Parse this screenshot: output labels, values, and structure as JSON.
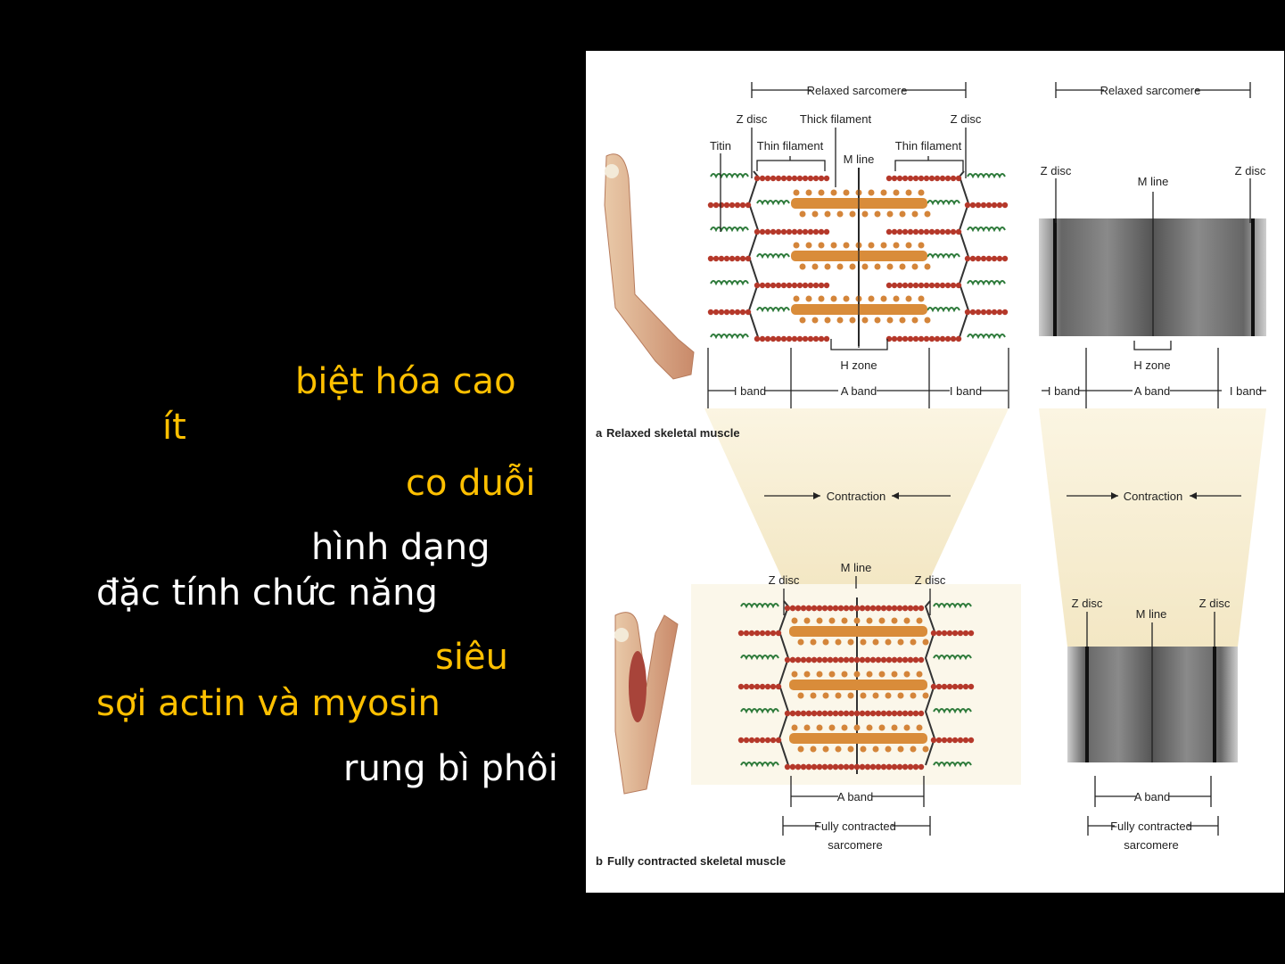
{
  "slide_text": {
    "line1": "biệt hóa cao",
    "line2": "ít",
    "line3": "co duỗi",
    "line4": "hình dạng",
    "line5": "đặc tính chức năng",
    "line6": "siêu",
    "line7": "sợi actin và myosin",
    "line8": "rung bì phôi"
  },
  "colors": {
    "highlight": "#FFC000",
    "text": "#FFFFFF",
    "background": "#000000"
  },
  "figure": {
    "top": {
      "relaxed_sarcomere": "Relaxed sarcomere",
      "z_disc": "Z disc",
      "thick_filament": "Thick filament",
      "thin_filament": "Thin filament",
      "titin": "Titin",
      "m_line": "M line",
      "h_zone": "H zone",
      "i_band": "I band",
      "a_band": "A band",
      "caption_letter": "a",
      "caption": "Relaxed skeletal muscle"
    },
    "contraction": "Contraction",
    "bottom": {
      "z_disc": "Z disc",
      "m_line": "M line",
      "a_band": "A band",
      "fully_contracted": "Fully contracted",
      "sarcomere": "sarcomere",
      "caption_letter": "b",
      "caption": "Fully contracted skeletal muscle"
    }
  }
}
